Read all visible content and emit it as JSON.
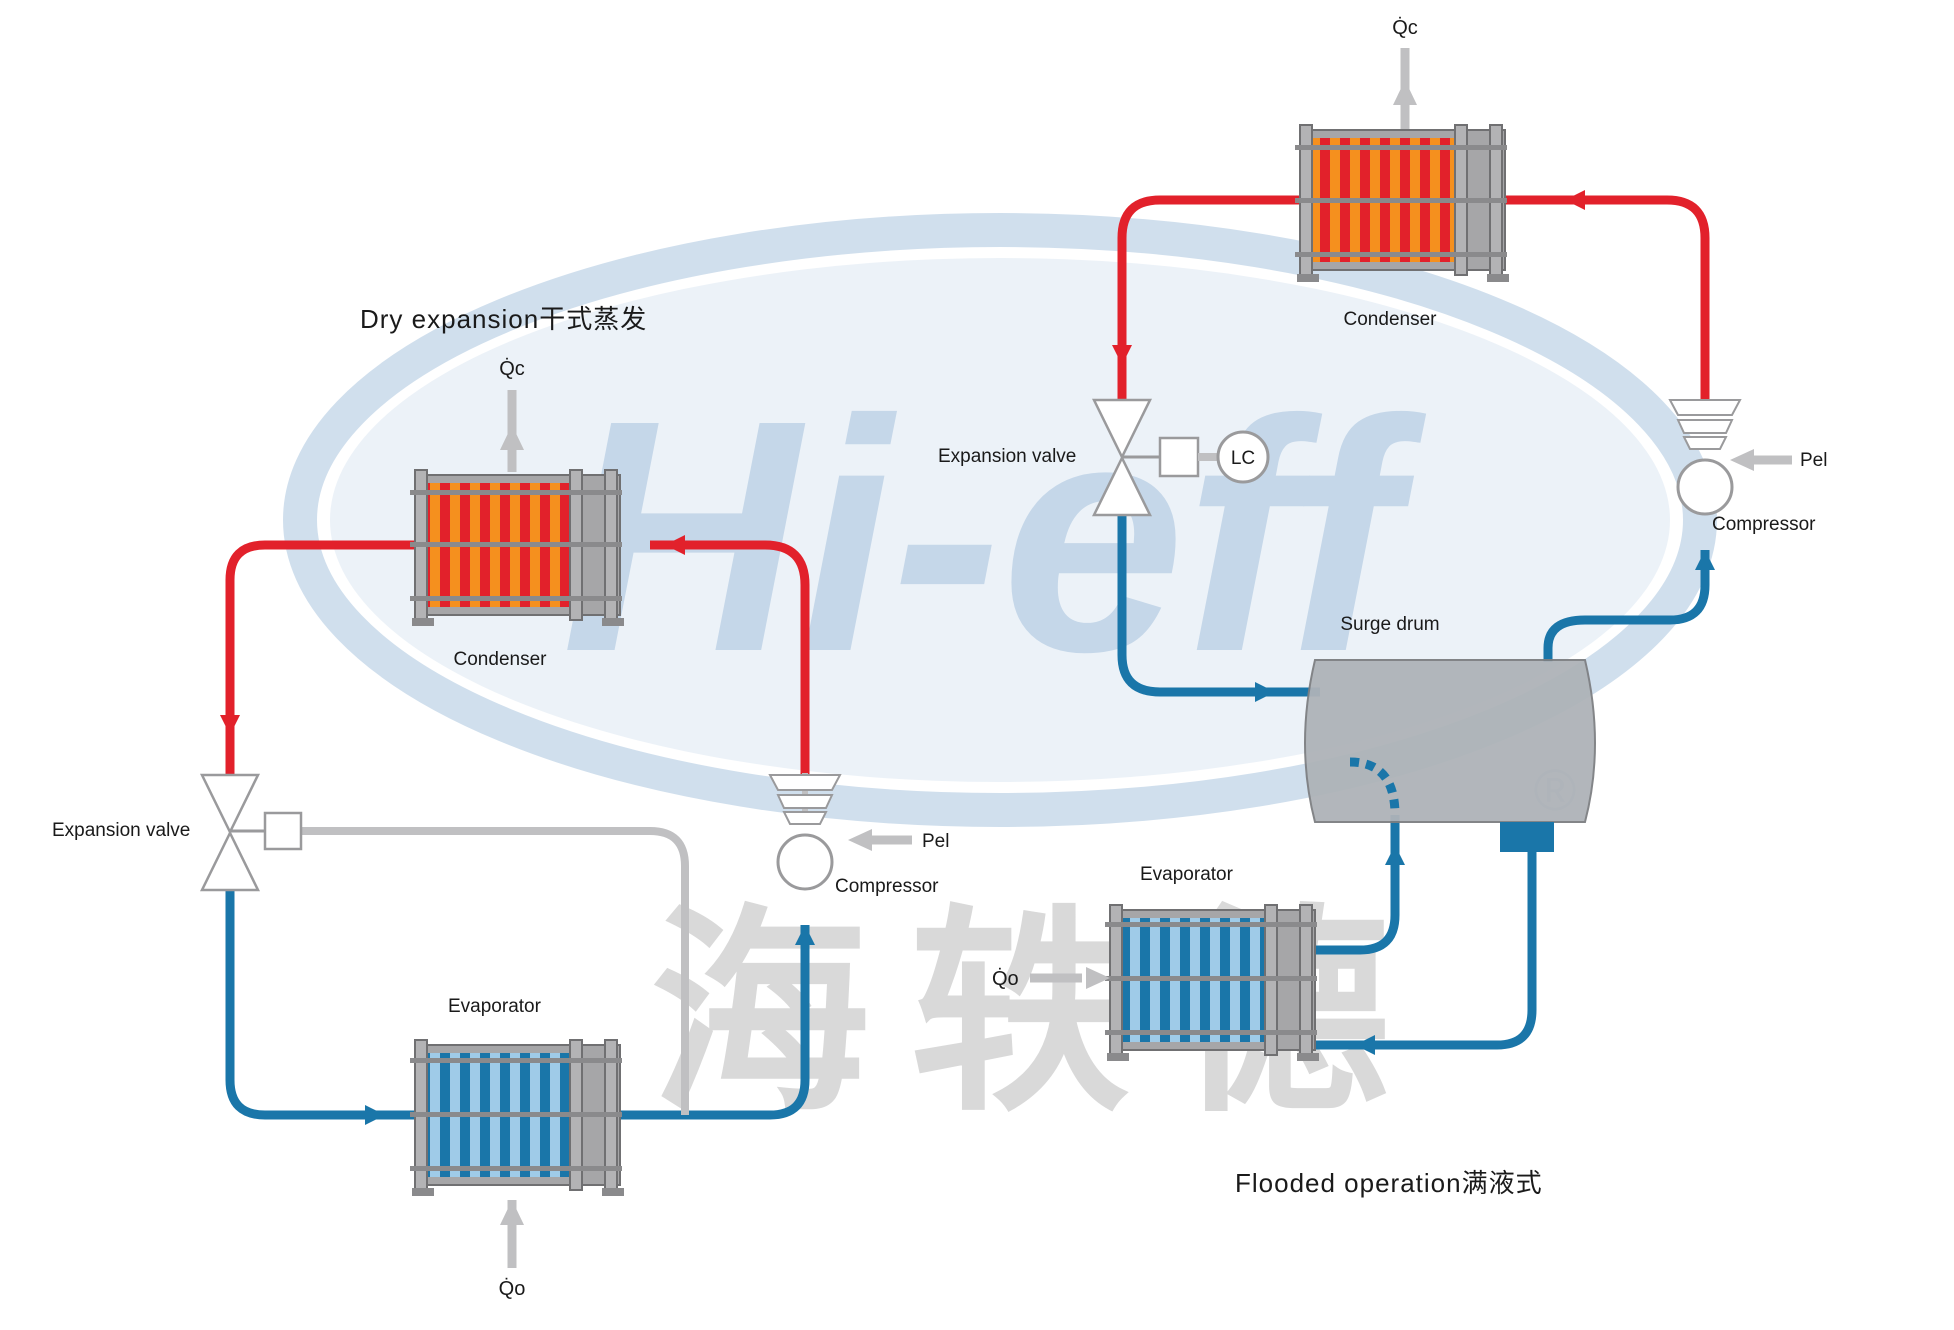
{
  "dry": {
    "title": "Dry expansion干式蒸发",
    "qc": "Q̇c",
    "qo": "Q̇o",
    "pel": "Pel",
    "condenser": "Condenser",
    "evaporator": "Evaporator",
    "expansion_valve": "Expansion valve",
    "compressor": "Compressor"
  },
  "flooded": {
    "title": "Flooded operation满液式",
    "qc": "Q̇c",
    "qo": "Q̇o",
    "pel": "Pel",
    "condenser": "Condenser",
    "evaporator": "Evaporator",
    "expansion_valve": "Expansion valve",
    "compressor": "Compressor",
    "lc": "LC",
    "surge_drum": "Surge drum"
  },
  "watermark": {
    "latin": "Hi-eff",
    "chinese": "海轶德",
    "mark": "®"
  },
  "colors": {
    "hot": "#e2212b",
    "cold": "#1a76a9",
    "grey": "#c0c0c2",
    "watermark_blue": "#c8d9ea"
  }
}
